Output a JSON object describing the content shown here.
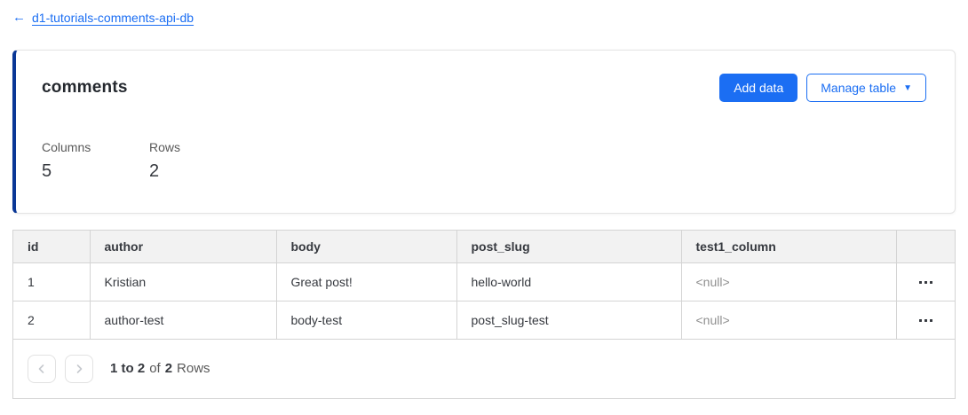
{
  "colors": {
    "accent_blue": "#1b6ef3",
    "card_accent_navy": "#0a3796",
    "table_header_bg": "#f2f2f2",
    "table_border": "#d4d4d4",
    "text_dark": "#36393f",
    "text_gray": "#595959",
    "null_text_gray": "#8f8f8f"
  },
  "icons": {
    "back_arrow": "←",
    "caret_down": "▼"
  },
  "back_link": {
    "label": "d1-tutorials-comments-api-db"
  },
  "summary_card": {
    "title": "comments",
    "buttons": {
      "add_data": "Add data",
      "manage_table": "Manage table"
    },
    "stats": [
      {
        "label": "Columns",
        "value": "5"
      },
      {
        "label": "Rows",
        "value": "2"
      }
    ]
  },
  "table": {
    "columns": [
      "id",
      "author",
      "body",
      "post_slug",
      "test1_column",
      ""
    ],
    "rows": [
      {
        "id": "1",
        "author": "Kristian",
        "body": "Great post!",
        "post_slug": "hello-world",
        "test1_column": "<null>"
      },
      {
        "id": "2",
        "author": "author-test",
        "body": "body-test",
        "post_slug": "post_slug-test",
        "test1_column": "<null>"
      }
    ],
    "pagination": {
      "range": "1 to 2",
      "of_label": "of",
      "total": "2",
      "rows_label": "Rows"
    }
  }
}
